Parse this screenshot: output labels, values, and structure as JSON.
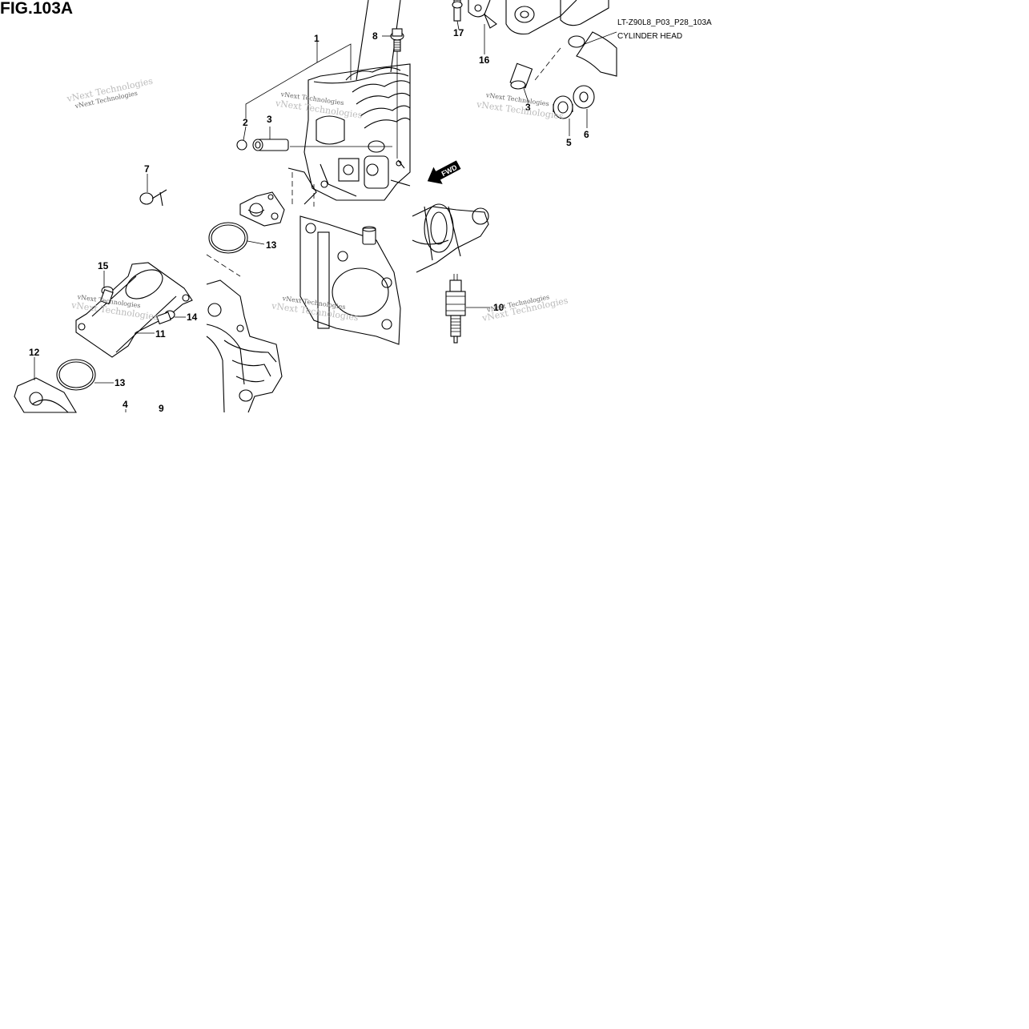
{
  "figure": {
    "title": "FIG.103A",
    "drawing_code": "LT-Z90L8_P03_P28_103A",
    "section_name": "CYLINDER HEAD",
    "direction_marker": "FWD"
  },
  "watermark": {
    "text": "vNext Technologies"
  },
  "callouts": [
    {
      "ref": "1"
    },
    {
      "ref": "2"
    },
    {
      "ref": "3"
    },
    {
      "ref": "3"
    },
    {
      "ref": "4"
    },
    {
      "ref": "5"
    },
    {
      "ref": "6"
    },
    {
      "ref": "7"
    },
    {
      "ref": "8"
    },
    {
      "ref": "9"
    },
    {
      "ref": "10"
    },
    {
      "ref": "11"
    },
    {
      "ref": "12"
    },
    {
      "ref": "13"
    },
    {
      "ref": "13"
    },
    {
      "ref": "14"
    },
    {
      "ref": "15"
    },
    {
      "ref": "16"
    },
    {
      "ref": "17"
    }
  ],
  "icons": {
    "fwd_arrow": "fwd-arrow-icon"
  }
}
